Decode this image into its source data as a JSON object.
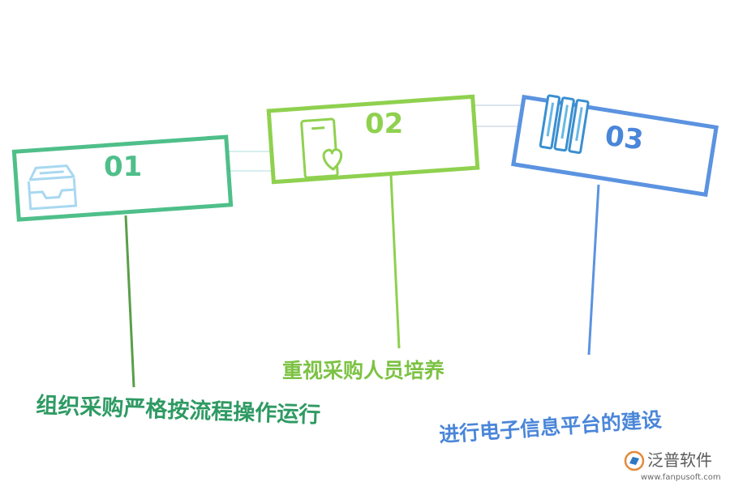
{
  "steps": [
    {
      "number": "01",
      "caption": "组织采购严格按流程操作运行",
      "color": "#4fbf8a",
      "text_color": "#2e9a63",
      "line_color": "#5a9e4a",
      "icon": "inbox-tray-icon"
    },
    {
      "number": "02",
      "caption": "重视采购人员培养",
      "color": "#8fd14f",
      "text_color": "#7cc243",
      "line_color": "#8fd14f",
      "icon": "phone-heart-icon"
    },
    {
      "number": "03",
      "caption": "进行电子信息平台的建设",
      "color": "#5b93e0",
      "text_color": "#4a86d9",
      "line_color": "#5b93e0",
      "icon": "binders-icon"
    }
  ],
  "brand": {
    "name": "泛普软件",
    "url": "www.fanpusoft.com"
  }
}
